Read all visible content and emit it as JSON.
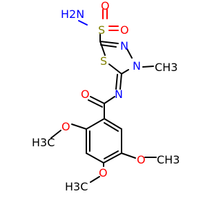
{
  "molecule": {
    "atoms": {
      "sulfonamide_n": "H2N",
      "sulfonyl_s": "S",
      "sulfonyl_o_top": "O",
      "sulfonyl_o_right": "O",
      "ring_n_top": "N",
      "ring_n_methyl": "N",
      "ring_s": "S",
      "methyl_on_n": "CH3",
      "imine_n": "N",
      "carbonyl_o": "O",
      "methoxy_o_2": "O",
      "methoxy_c_2": "H3C",
      "methoxy_o_5": "O",
      "methoxy_c_5": "CH3",
      "methoxy_o_4": "O",
      "methoxy_c_4": "H3C"
    },
    "colors": {
      "carbon": "#000000",
      "oxygen": "#ff0000",
      "nitrogen": "#0000ff",
      "sulfur": "#808000"
    }
  }
}
